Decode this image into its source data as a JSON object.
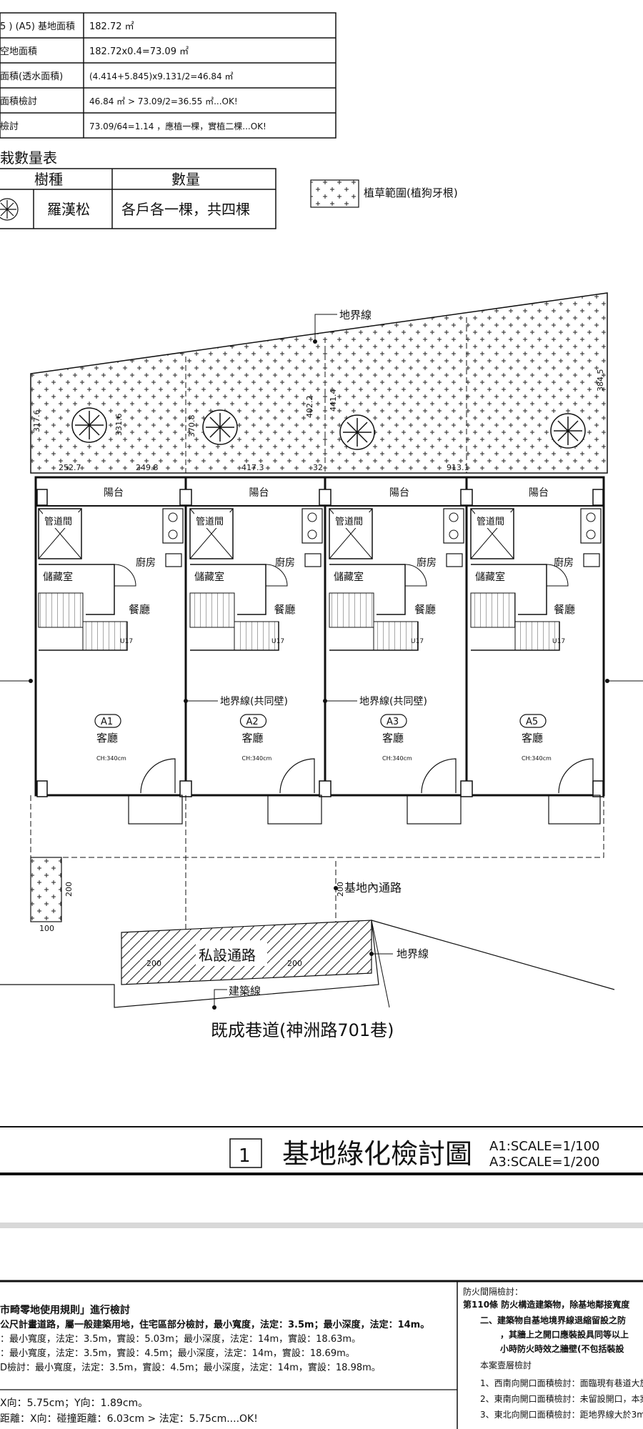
{
  "area_table": {
    "rows": [
      {
        "label": "5 ) (A5) 基地面積",
        "value": "182.72  ㎡"
      },
      {
        "label": "空地面積",
        "value": "182.72x0.4=73.09  ㎡"
      },
      {
        "label": "面積(透水面積)",
        "value": "(4.414+5.845)x9.131/2=46.84  ㎡"
      },
      {
        "label": "面積檢討",
        "value": "46.84   ㎡  >  73.09/2=36.55  ㎡...OK!"
      },
      {
        "label": "檢討",
        "value": "73.09/64=1.14 ，應植一棵，實植二棵...OK!"
      }
    ]
  },
  "tree_table": {
    "title": "栽數量表",
    "header_species": "樹種",
    "header_qty": "數量",
    "species": "羅漢松",
    "qty": "各戶各一棵，共四棵"
  },
  "legend": {
    "label": "植草範圍(植狗牙根)"
  },
  "plan": {
    "boundary_label": "地界線",
    "shared_wall_label": "地界線(共同壁)",
    "balcony": "陽台",
    "pipe_room": "管道間",
    "storage": "儲藏室",
    "kitchen": "廚房",
    "dining": "餐廳",
    "living": "客廳",
    "ceiling": "CH:340cm",
    "stair": "U17",
    "units": [
      "A1",
      "A2",
      "A3",
      "A5"
    ],
    "inner_road": "基地內通路",
    "private_road": "私設通路",
    "building_line": "建築線",
    "street": "既成巷道(神洲路701巷)",
    "dims": {
      "d1": "317.6",
      "d2": "331.6",
      "d3": "370.8",
      "d4": "402.2",
      "d5": "441.4",
      "d6": "384.5",
      "w1": "252.7",
      "w2": "249.8",
      "w3": "417.3",
      "w4": "32",
      "w5": "913.1",
      "r1": "200",
      "r2": "200",
      "r3": "200",
      "b1": "200",
      "b2": "100"
    }
  },
  "title_block": {
    "number": "1",
    "title": "基地綠化檢討圖",
    "scale_a1": "A1:SCALE=1/100",
    "scale_a3": "A3:SCALE=1/200"
  },
  "notes_left": [
    "市畸零地使用規則」進行檢討",
    "公尺計畫道路，屬一般建築用地，住宅區部分檢討，最小寬度，法定：3.5m；最小深度，法定：14m。",
    "：最小寬度，法定：3.5m，實設：5.03m；最小深度，法定：14m，實設：18.63m。",
    "：最小寬度，法定：3.5m，實設：4.5m；最小深度，法定：14m，實設：18.69m。",
    "D檢討：最小寬度，法定：3.5m，實設：4.5m；最小深度，法定：14m，實設：18.98m。",
    "X向：5.75cm；Y向：1.89cm。",
    "距離：X向：碰撞距離：6.03cm  >  法定：5.75cm....OK!"
  ],
  "notes_right": [
    "防火間隔檢討：",
    "第110條  防火構造建築物，除基地鄰接寬度",
    "二、建築物自基地境界線退縮留設之防",
    "，其牆上之開口應裝設具同等以上",
    "小時防火時效之牆壁(不包括裝設",
    "本案壹層檢討",
    "1、西南向開口面積檢討：面臨現有巷道大於",
    "2、東南向開口面積檢討：未留設開口，本案",
    "3、東北向開口面積檢討：距地界線大於3m"
  ]
}
